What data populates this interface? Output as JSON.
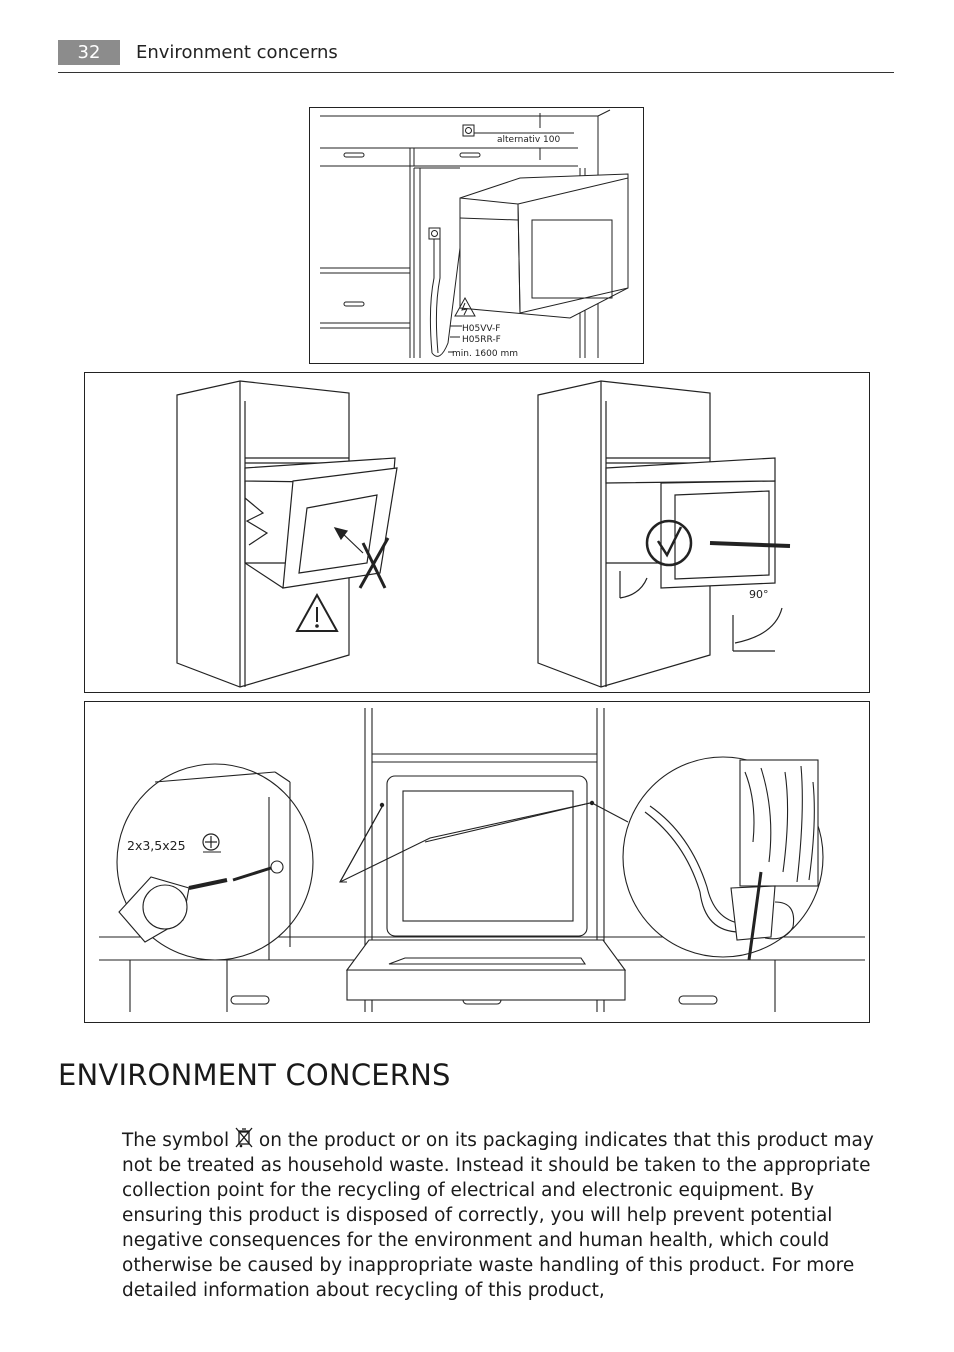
{
  "header": {
    "page_number": "32",
    "section": "Environment concerns"
  },
  "figure1": {
    "label_alternativ": "alternativ 100",
    "label_cable1": "H05VV-F",
    "label_cable2": "H05RR-F",
    "label_length": "min. 1600 mm"
  },
  "figure2": {
    "label_angle": "90°"
  },
  "figure3": {
    "label_screw": "2x3,5x25"
  },
  "section": {
    "title": "ENVIRONMENT CONCERNS",
    "para_start": "The symbol",
    "para_rest": "on the product or on its packaging indicates that this product may not be treated as household waste. Instead it should be taken to the appropriate collection point for the recycling of electrical and electronic equipment. By ensuring this product is disposed of correctly, you will help prevent potential negative consequences for the environment and human health, which could otherwise be caused by inappropriate waste handling of this product. For more detailed information about recycling of this product,"
  },
  "icons": {
    "bin": "crossed-out-wheelie-bin-icon",
    "warning": "warning-triangle-icon",
    "electric": "electric-warning-icon",
    "check": "check-circle-icon",
    "cross": "cross-icon",
    "screw": "phillips-screw-icon"
  }
}
